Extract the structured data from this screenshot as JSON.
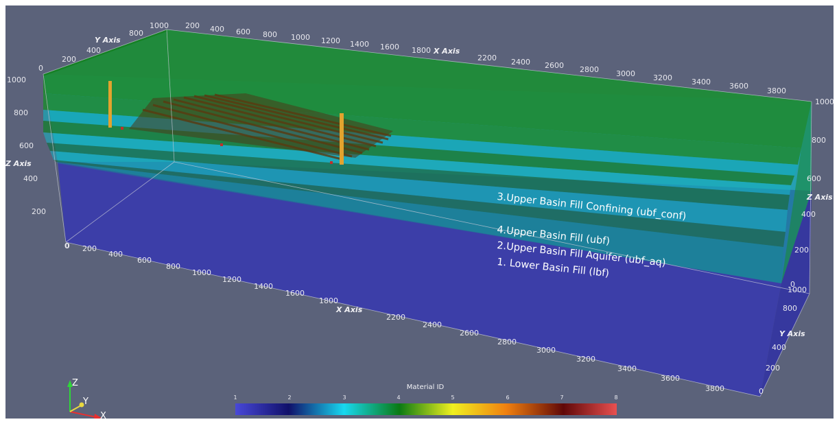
{
  "axes": {
    "x_title": "X Axis",
    "y_title": "Y Axis",
    "z_title": "Z Axis",
    "x_ticks_top": [
      "200",
      "400",
      "600",
      "800",
      "1000",
      "1200",
      "1400",
      "1600",
      "1800",
      "2200",
      "2400",
      "2600",
      "2800",
      "3000",
      "3200",
      "3400",
      "3600",
      "3800"
    ],
    "x_ticks_bottom": [
      "200",
      "400",
      "600",
      "800",
      "1000",
      "1200",
      "1400",
      "1600",
      "1800",
      "2200",
      "2400",
      "2600",
      "2800",
      "3000",
      "3200",
      "3400",
      "3600",
      "3800"
    ],
    "x_zero_bottom": "0",
    "y_ticks_left": [
      "0",
      "200",
      "400",
      "800",
      "1000"
    ],
    "y_ticks_right": [
      "1000",
      "800",
      "400",
      "200",
      "0"
    ],
    "z_ticks_left": [
      "1000",
      "800",
      "600",
      "400",
      "200",
      "0"
    ],
    "z_ticks_right": [
      "1000",
      "800",
      "600",
      "400",
      "200",
      "0"
    ]
  },
  "layers": [
    {
      "material_id": 3,
      "label": "3.Upper Basin Fill Confining (ubf_conf)"
    },
    {
      "material_id": 4,
      "label": "4.Upper Basin Fill (ubf)"
    },
    {
      "material_id": 2,
      "label": "2.Upper Basin Fill Aquifer (ubf_aq)"
    },
    {
      "material_id": 1,
      "label": "1. Lower Basin Fill (lbf)"
    }
  ],
  "colorbar": {
    "title": "Material ID",
    "ticks": [
      "1",
      "2",
      "3",
      "4",
      "5",
      "6",
      "7",
      "8"
    ],
    "range": [
      1,
      8
    ]
  },
  "orientation": {
    "z_label": "Z",
    "y_label": "Y",
    "x_label": "X"
  },
  "colors": {
    "background": "#5b627a",
    "lower_basin_fill": "#3a3aa8",
    "aquifer": "#1fb8c8",
    "confining": "#1a8f2a",
    "well": "#e0a030"
  }
}
